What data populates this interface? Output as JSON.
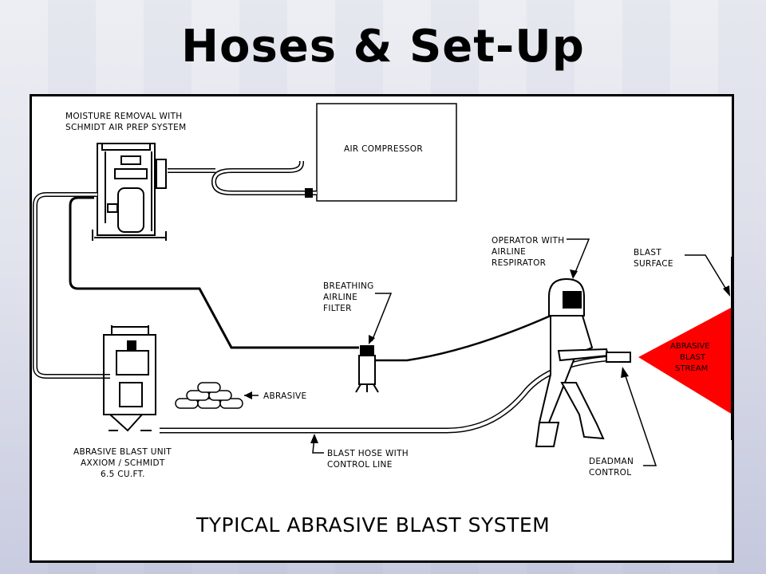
{
  "title": "Hoses & Set-Up",
  "diagram": {
    "caption": "TYPICAL ABRASIVE BLAST SYSTEM",
    "labels": {
      "moisture_1": "MOISTURE REMOVAL WITH",
      "moisture_2": "SCHMIDT AIR PREP SYSTEM",
      "compressor": "AIR COMPRESSOR",
      "operator_1": "OPERATOR WITH",
      "operator_2": "AIRLINE",
      "operator_3": "RESPIRATOR",
      "surface_1": "BLAST",
      "surface_2": "SURFACE",
      "breathing_1": "BREATHING",
      "breathing_2": "AIRLINE",
      "breathing_3": "FILTER",
      "stream_1": "ABRASIVE",
      "stream_2": "BLAST",
      "stream_3": "STREAM",
      "abrasive": "ABRASIVE",
      "unit_1": "ABRASIVE BLAST UNIT",
      "unit_2": "AXXIOM / SCHMIDT",
      "unit_3": "6.5 CU.FT.",
      "hose_1": "BLAST HOSE WITH",
      "hose_2": "CONTROL LINE",
      "deadman_1": "DEADMAN",
      "deadman_2": "CONTROL"
    },
    "colors": {
      "blast_stream": "#ff0000",
      "line": "#000000"
    }
  }
}
